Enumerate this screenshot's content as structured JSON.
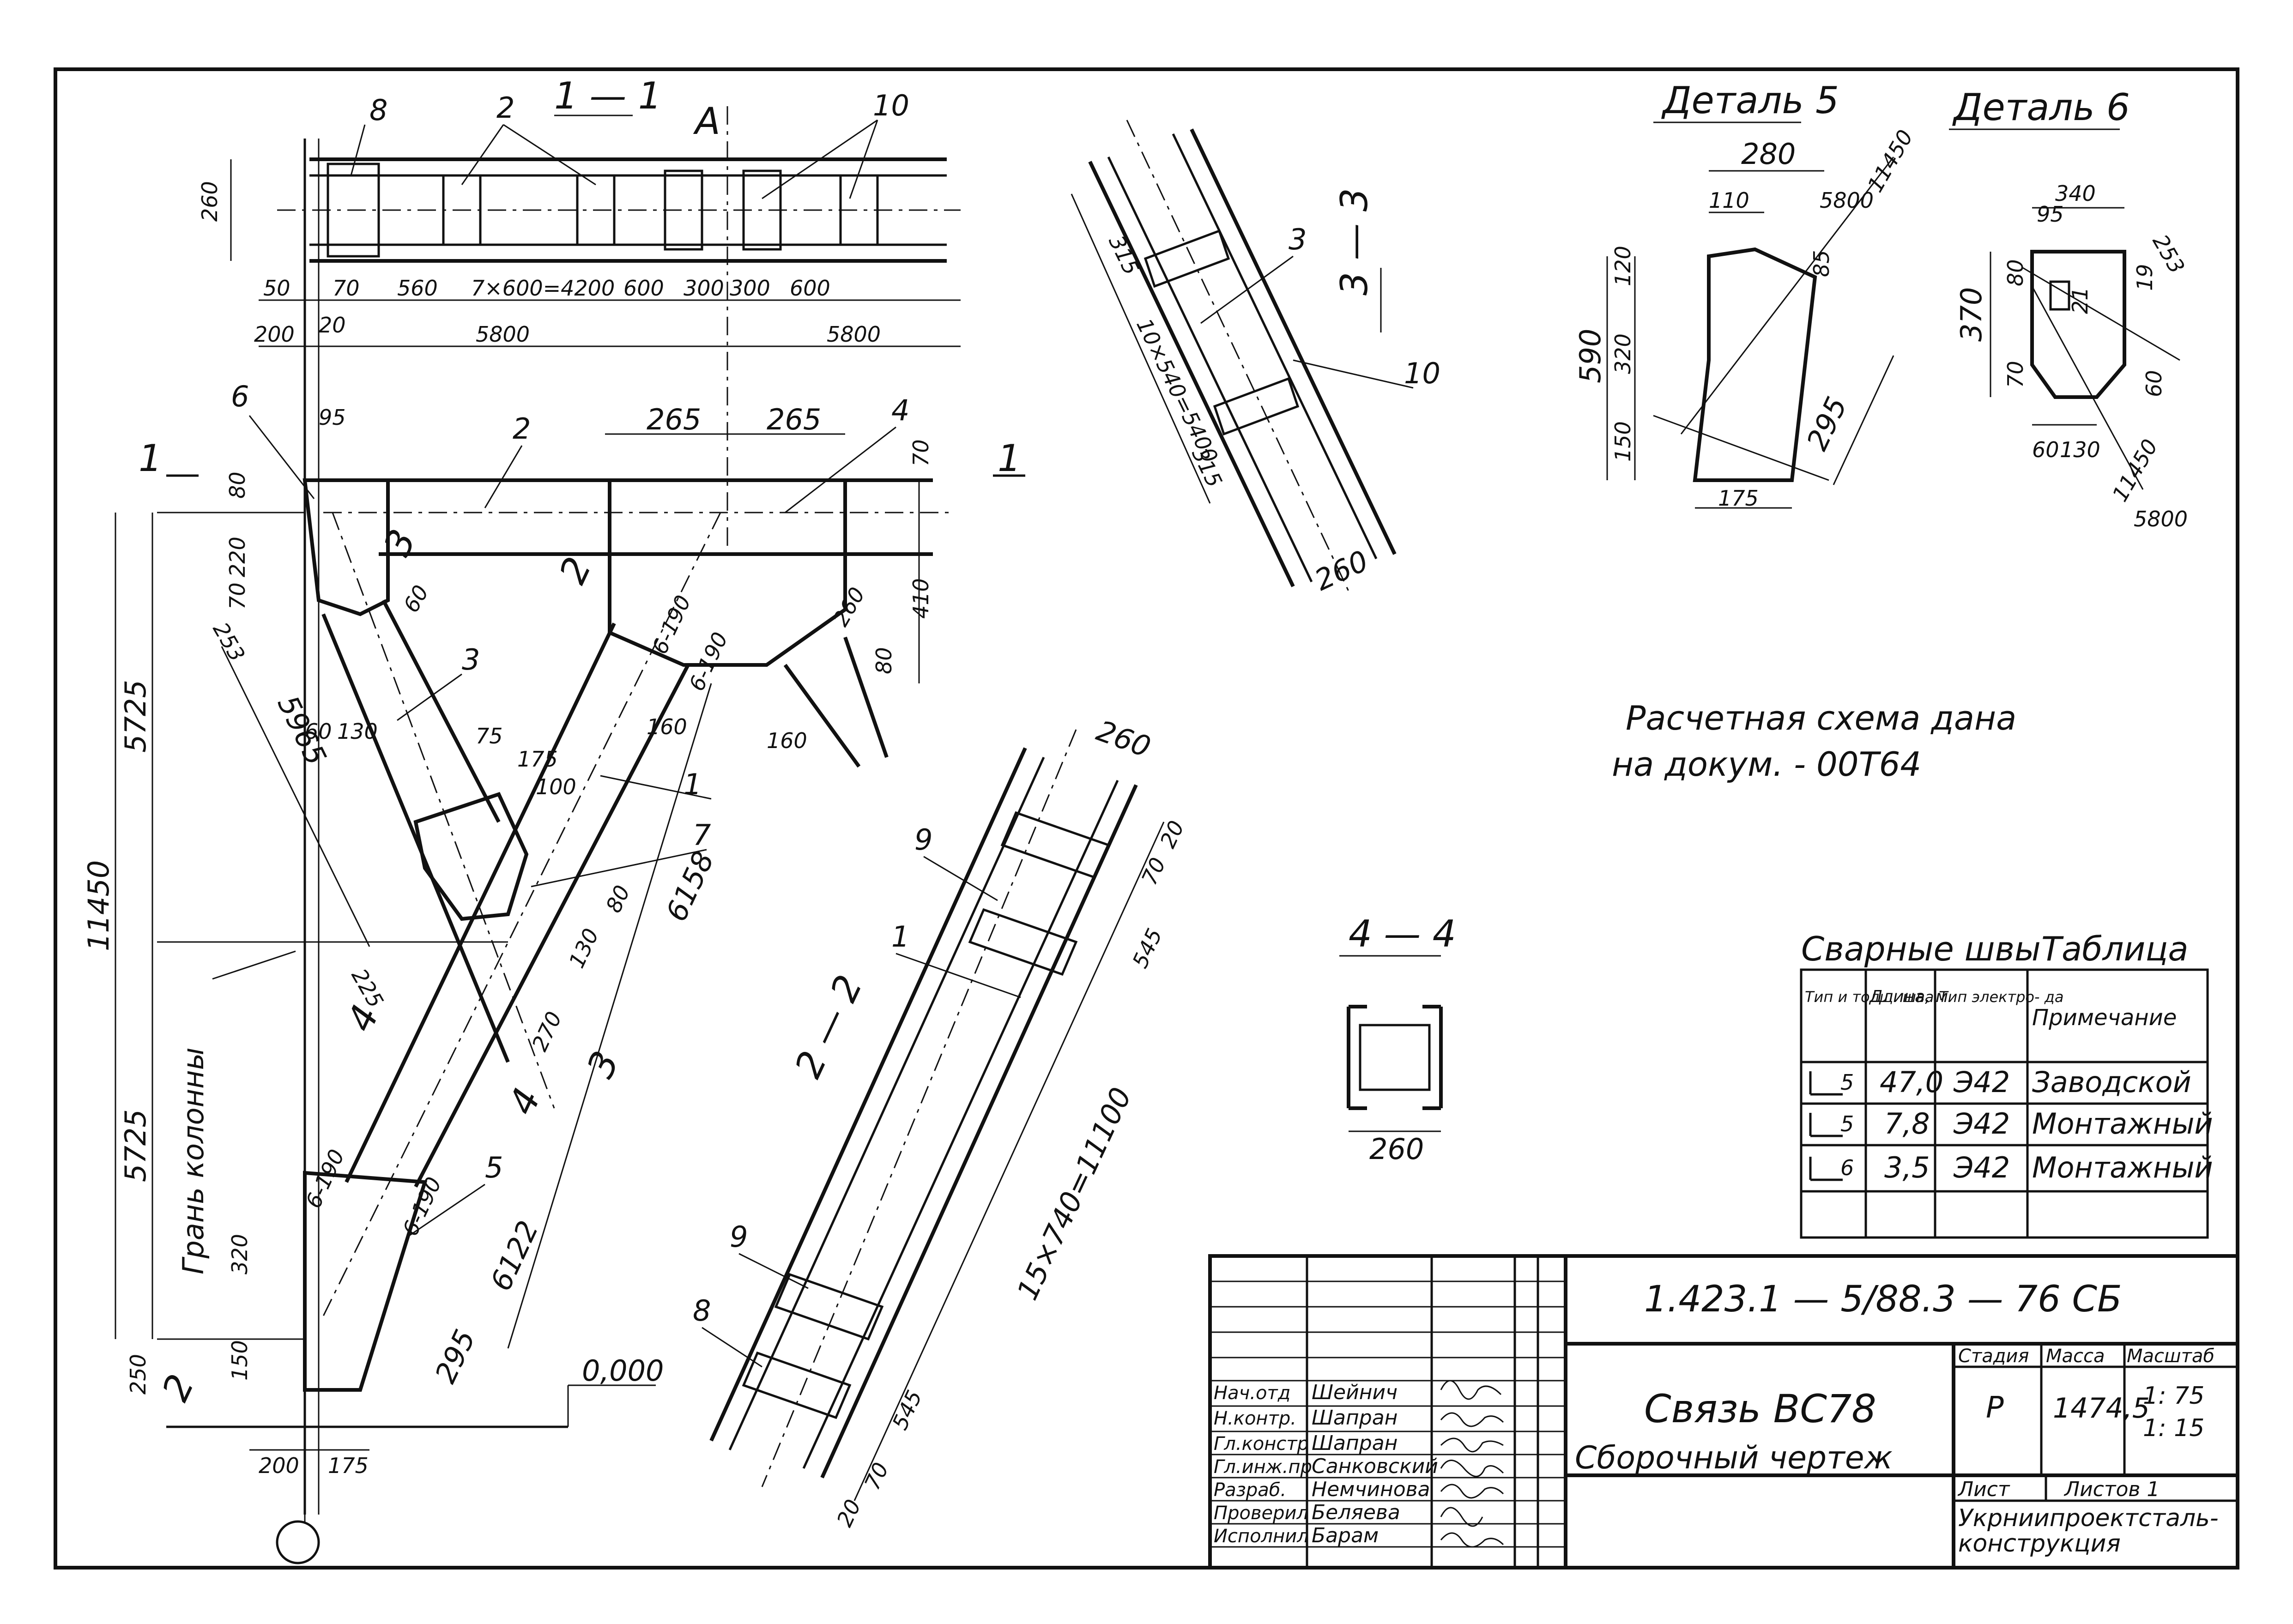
{
  "views": {
    "section_1_1": "1 — 1",
    "section_2_2": "2 — 2",
    "section_3_3": "3 — 3",
    "section_4_4": "4 — 4",
    "detail_5": "Деталь 5",
    "detail_6": "Деталь 6"
  },
  "plan_dims": {
    "d260": "260",
    "d50": "50",
    "d70": "70",
    "d20": "20",
    "d560": "560",
    "d4200": "7×600=4200",
    "d600a": "600",
    "d300a": "300",
    "d300b": "300",
    "d600b": "600",
    "d200": "200",
    "d5800a": "5800",
    "d5800b": "5800",
    "mark_a": "А"
  },
  "marks": {
    "m1": "1",
    "m2": "2",
    "m3": "3",
    "m4": "4",
    "m5": "5",
    "m6": "6",
    "m7": "7",
    "m8": "8",
    "m9": "9",
    "m10": "10"
  },
  "elevation_dims": {
    "d95": "95",
    "d265a": "265",
    "d265b": "265",
    "d70": "70",
    "d410": "410",
    "d80a": "80",
    "d220": "220",
    "d253": "253",
    "d70b": "70",
    "d60a": "60",
    "d130": "130",
    "d5965": "5965",
    "d60b": "60",
    "d160a": "160",
    "d160b": "160",
    "d260": "260",
    "d80b": "80",
    "d6_190a": "6-190",
    "d6_190b": "6-190",
    "d6_190c": "6-190",
    "d6_190d": "6-190",
    "d75": "75",
    "d175a": "175",
    "d100": "100",
    "d80c": "80",
    "d130b": "130",
    "d270": "270",
    "d6158": "6158",
    "d6122": "6122",
    "d225": "225",
    "d5725a": "5725",
    "d5725b": "5725",
    "d11450": "11450",
    "d320": "320",
    "d150": "150",
    "d250": "250",
    "d295": "295",
    "d200": "200",
    "d175b": "175",
    "edge_label": "Грань колонны",
    "level": "0,000",
    "cut1": "1",
    "cut2": "2",
    "cut3": "3",
    "cut4": "4"
  },
  "section_3_3": {
    "d315a": "315",
    "d5400": "10×540=5400",
    "d315b": "315",
    "d260": "260"
  },
  "section_2_2": {
    "d260": "260",
    "d20a": "20",
    "d70a": "70",
    "d545a": "545",
    "d11100": "15×740=11100",
    "d545b": "545",
    "d70b": "70",
    "d20b": "20"
  },
  "section_4_4": {
    "d260": "260"
  },
  "detail_5": {
    "d280": "280",
    "d110": "110",
    "d11450": "11450",
    "d5800": "5800",
    "d120": "120",
    "d320": "320",
    "d590": "590",
    "d150": "150",
    "d85": "85",
    "d295": "295",
    "d175": "175"
  },
  "detail_6": {
    "d340": "340",
    "d95": "95",
    "d253": "253",
    "d80": "80",
    "d370": "370",
    "d19": "19",
    "d21": "21",
    "d70": "70",
    "d60a": "60",
    "d60b": "60",
    "d130": "130",
    "d11450": "11450",
    "d5800": "5800"
  },
  "note": {
    "line1": "Расчетная схема дана",
    "line2": "на докум. -     00Т64"
  },
  "weld_table": {
    "title": "Сварные швы",
    "label": "Таблица",
    "headers": [
      "Тип и толщ. шва",
      "Длина, м",
      "Тип электро- да",
      "Примечание"
    ],
    "rows": [
      {
        "type": "5",
        "length": "47,0",
        "electrode": "Э42",
        "note": "Заводской"
      },
      {
        "type": "5",
        "length": "7,8",
        "electrode": "Э42",
        "note": "Монтажный"
      },
      {
        "type": "6",
        "length": "3,5",
        "electrode": "Э42",
        "note": "Монтажный"
      }
    ]
  },
  "title_block": {
    "code": "1.423.1 — 5/88.3 — 76 СБ",
    "name1": "Связь ВС78",
    "name2": "Сборочный чертеж",
    "stage_h": "Стадия",
    "mass_h": "Масса",
    "scale_h": "Масштаб",
    "stage": "Р",
    "mass": "1474,5",
    "scale1": "1: 75",
    "scale2": "1: 15",
    "sheet_h": "Лист",
    "sheets_h": "Листов 1",
    "org1": "Укрниипроектсталь-",
    "org2": "конструкция",
    "staff": [
      {
        "role": "Нач.отд",
        "name": "Шейнич"
      },
      {
        "role": "Н.контр.",
        "name": "Шапран"
      },
      {
        "role": "Гл.констр",
        "name": "Шапран"
      },
      {
        "role": "Гл.инж.пр",
        "name": "Санковский"
      },
      {
        "role": "Разраб.",
        "name": "Немчинова"
      },
      {
        "role": "Проверил",
        "name": "Беляева"
      },
      {
        "role": "Исполнил",
        "name": "Барам"
      }
    ]
  }
}
